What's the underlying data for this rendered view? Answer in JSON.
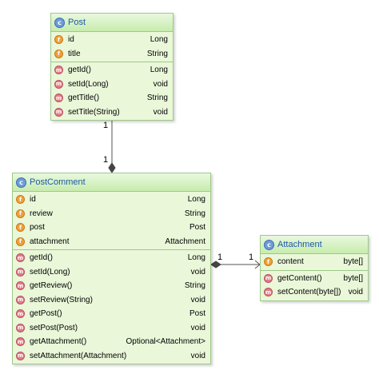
{
  "classes": {
    "post": {
      "name": "Post",
      "icon": "class-icon",
      "fields": [
        {
          "kind": "f",
          "name": "id",
          "type": "Long"
        },
        {
          "kind": "f",
          "name": "title",
          "type": "String"
        }
      ],
      "methods": [
        {
          "kind": "m",
          "name": "getId()",
          "type": "Long"
        },
        {
          "kind": "m",
          "name": "setId(Long)",
          "type": "void"
        },
        {
          "kind": "m",
          "name": "getTitle()",
          "type": "String"
        },
        {
          "kind": "m",
          "name": "setTitle(String)",
          "type": "void"
        }
      ]
    },
    "postcomment": {
      "name": "PostComment",
      "icon": "class-icon",
      "fields": [
        {
          "kind": "f",
          "name": "id",
          "type": "Long"
        },
        {
          "kind": "f",
          "name": "review",
          "type": "String"
        },
        {
          "kind": "f",
          "name": "post",
          "type": "Post"
        },
        {
          "kind": "f",
          "name": "attachment",
          "type": "Attachment"
        }
      ],
      "methods": [
        {
          "kind": "m",
          "name": "getId()",
          "type": "Long"
        },
        {
          "kind": "m",
          "name": "setId(Long)",
          "type": "void"
        },
        {
          "kind": "m",
          "name": "getReview()",
          "type": "String"
        },
        {
          "kind": "m",
          "name": "setReview(String)",
          "type": "void"
        },
        {
          "kind": "m",
          "name": "getPost()",
          "type": "Post"
        },
        {
          "kind": "m",
          "name": "setPost(Post)",
          "type": "void"
        },
        {
          "kind": "m",
          "name": "getAttachment()",
          "type": "Optional<Attachment>"
        },
        {
          "kind": "m",
          "name": "setAttachment(Attachment)",
          "type": "void"
        }
      ]
    },
    "attachment": {
      "name": "Attachment",
      "icon": "class-icon",
      "fields": [
        {
          "kind": "f",
          "name": "content",
          "type": "byte[]"
        }
      ],
      "methods": [
        {
          "kind": "m",
          "name": "getContent()",
          "type": "byte[]"
        },
        {
          "kind": "m",
          "name": "setContent(byte[])",
          "type": "void"
        }
      ]
    }
  },
  "relations": {
    "post_comment": {
      "source_multiplicity": "1",
      "target_multiplicity": "1"
    },
    "comment_attachment": {
      "source_multiplicity": "1",
      "target_multiplicity": "1"
    }
  },
  "colors": {
    "class_fill": "#eaf7d9",
    "class_border": "#9ec98a",
    "title_text": "#1d59a8",
    "field_badge": "#f0a23c",
    "method_badge": "#e07d85"
  }
}
